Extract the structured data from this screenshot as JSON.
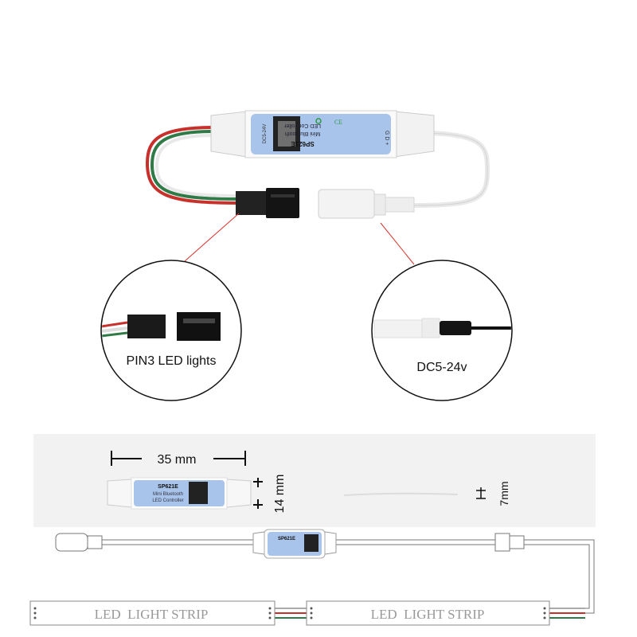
{
  "controller": {
    "model": "SP621E",
    "line1": "Mini Bluetooth",
    "line2": "LED Controller",
    "voltage": "DC5-24V",
    "pins": "G D +"
  },
  "callouts": {
    "left_label": "PIN3 LED lights",
    "right_label": "DC5-24v"
  },
  "dimensions": {
    "length": "35 mm",
    "height": "14 mm",
    "wire": "7mm"
  },
  "strips": {
    "left_label": "LED  LIGHT STRIP",
    "right_label": "LED  LIGHT STRIP"
  },
  "colors": {
    "label_blue": "#a9c4ea",
    "wire_red": "#c8312b",
    "wire_green": "#2f7a47",
    "callout_line": "#d9322c",
    "panel_bg": "#f2f2f2"
  }
}
